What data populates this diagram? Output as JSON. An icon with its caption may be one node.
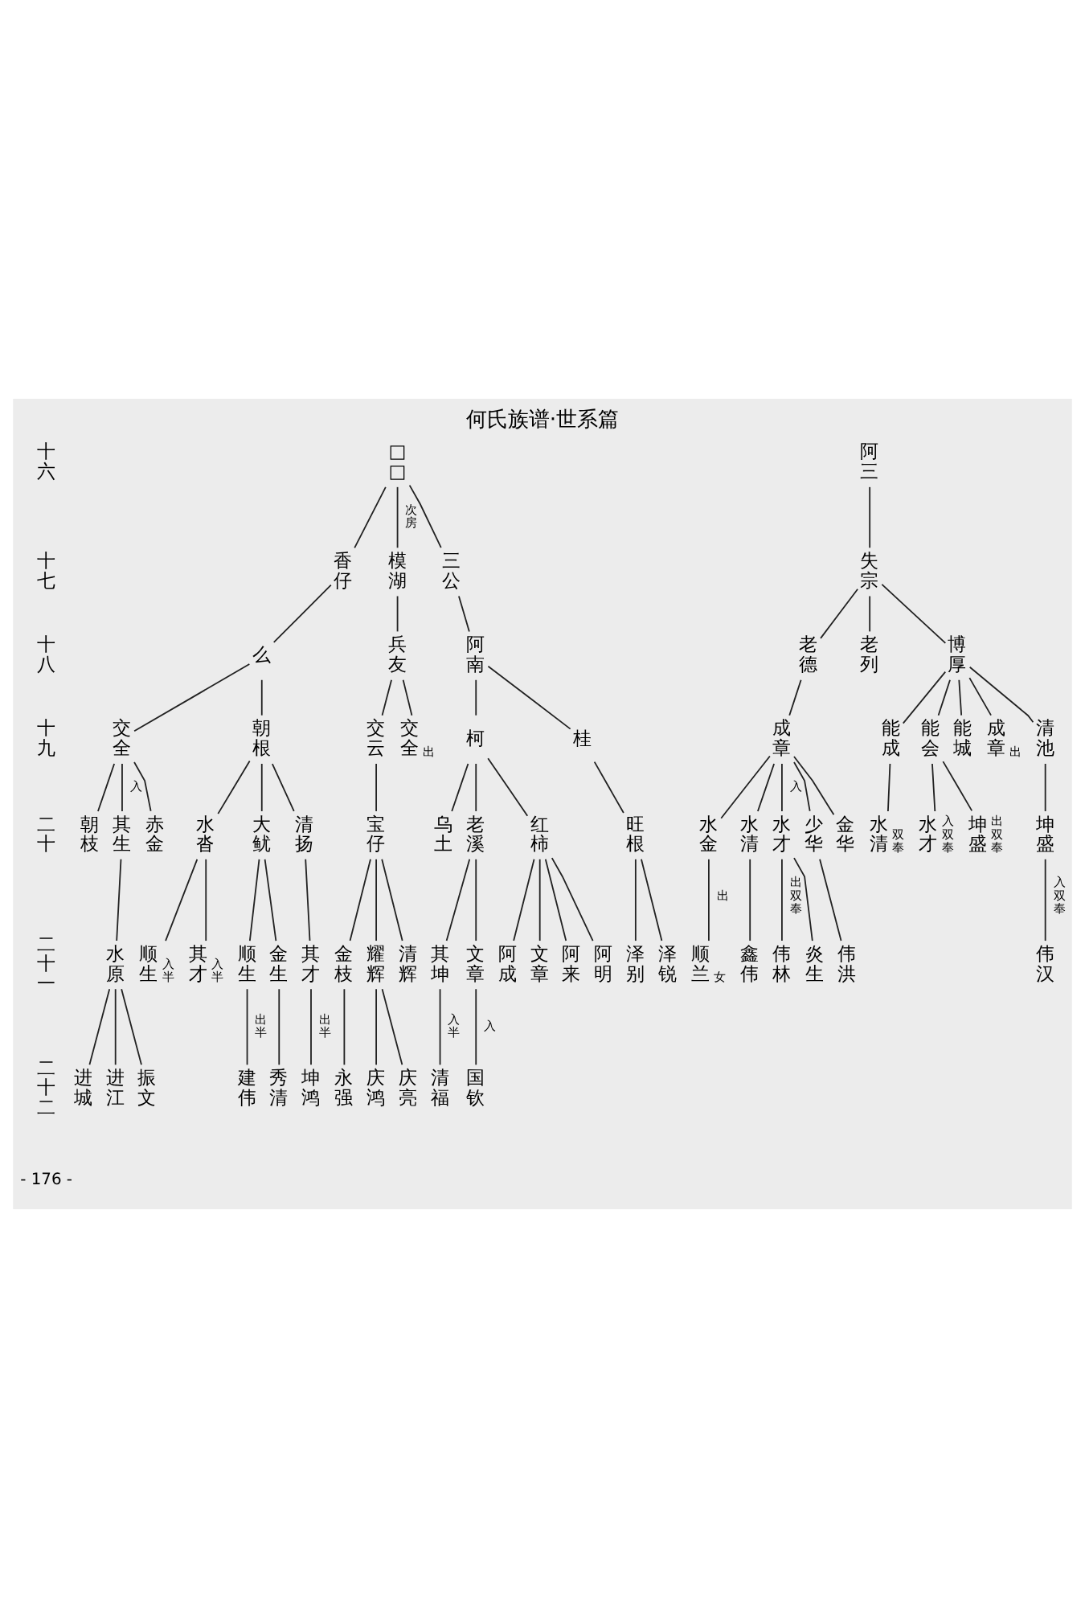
{
  "diagram": {
    "title": "何氏族谱·世系篇",
    "nodes": [
      {
        "text": [
          "□□"
        ]
      },
      {
        "text": [
          "阿三"
        ]
      },
      {
        "text": [
          "香仔"
        ]
      },
      {
        "text": [
          "模湖"
        ]
      },
      {
        "text": [
          "三公"
        ]
      },
      {
        "text": [
          "失宗"
        ]
      },
      {
        "text": [
          "么"
        ]
      },
      {
        "text": [
          "兵友"
        ]
      },
      {
        "text": [
          "阿南"
        ]
      },
      {
        "text": [
          "老德"
        ]
      },
      {
        "text": [
          "老列"
        ]
      },
      {
        "text": [
          "博厚"
        ]
      },
      {
        "text": [
          "交全"
        ]
      },
      {
        "text": [
          "朝根"
        ]
      },
      {
        "text": [
          "交云"
        ]
      },
      {
        "text": [
          "交全"
        ],
        "beside": [
          "出"
        ]
      },
      {
        "text": [
          "柯"
        ]
      },
      {
        "text": [
          "桂"
        ]
      },
      {
        "text": [
          "成章"
        ]
      },
      {
        "text": [
          "能成"
        ]
      },
      {
        "text": [
          "能会"
        ]
      },
      {
        "text": [
          "能城"
        ]
      },
      {
        "text": [
          "成章"
        ],
        "beside": [
          "出"
        ]
      },
      {
        "text": [
          "清池"
        ]
      },
      {
        "text": [
          "朝枝"
        ]
      },
      {
        "text": [
          "其生"
        ]
      },
      {
        "text": [
          "赤金"
        ]
      },
      {
        "text": [
          "水沓"
        ]
      },
      {
        "text": [
          "大鱿"
        ]
      },
      {
        "text": [
          "清扬"
        ]
      },
      {
        "text": [
          "宝仔"
        ]
      },
      {
        "text": [
          "乌土"
        ]
      },
      {
        "text": [
          "老溪"
        ]
      },
      {
        "text": [
          "红柿"
        ]
      },
      {
        "text": [
          "旺根"
        ]
      },
      {
        "text": [
          "水金"
        ]
      },
      {
        "text": [
          "水清"
        ]
      },
      {
        "text": [
          "水才"
        ]
      },
      {
        "text": [
          "少华"
        ]
      },
      {
        "text": [
          "金华"
        ]
      },
      {
        "text": [
          "水清"
        ],
        "beside": [
          "双奉"
        ]
      },
      {
        "text": [
          "水才"
        ],
        "beside": [
          "入双奉"
        ]
      },
      {
        "text": [
          "坤盛"
        ],
        "beside": [
          "出双奉"
        ]
      },
      {
        "text": [
          "坤盛"
        ]
      },
      {
        "text": [
          "水原"
        ]
      },
      {
        "text": [
          "顺生"
        ],
        "beside": [
          "入半"
        ]
      },
      {
        "text": [
          "其才"
        ],
        "beside": [
          "入半"
        ]
      },
      {
        "text": [
          "顺生"
        ]
      },
      {
        "text": [
          "金生"
        ]
      },
      {
        "text": [
          "其才"
        ]
      },
      {
        "text": [
          "金枝"
        ]
      },
      {
        "text": [
          "耀辉"
        ]
      },
      {
        "text": [
          "清辉"
        ]
      },
      {
        "text": [
          "其坤"
        ]
      },
      {
        "text": [
          "文章"
        ]
      },
      {
        "text": [
          "阿成"
        ]
      },
      {
        "text": [
          "文章"
        ]
      },
      {
        "text": [
          "阿来"
        ]
      },
      {
        "text": [
          "阿明"
        ]
      },
      {
        "text": [
          "泽别"
        ]
      },
      {
        "text": [
          "泽锐"
        ]
      },
      {
        "text": [
          "顺兰"
        ],
        "beside": [
          "女"
        ]
      },
      {
        "text": [
          "鑫伟"
        ]
      },
      {
        "text": [
          "伟林"
        ]
      },
      {
        "text": [
          "炎生"
        ]
      },
      {
        "text": [
          "伟洪"
        ]
      },
      {
        "text": [
          "伟汉"
        ]
      },
      {
        "text": [
          "进城"
        ]
      },
      {
        "text": [
          "进江"
        ]
      },
      {
        "text": [
          "振文"
        ]
      },
      {
        "text": [
          "建伟"
        ]
      },
      {
        "text": [
          "秀清"
        ]
      },
      {
        "text": [
          "坤鸿"
        ]
      },
      {
        "text": [
          "永强"
        ]
      },
      {
        "text": [
          "庆鸿"
        ]
      },
      {
        "text": [
          "庆亮"
        ]
      },
      {
        "text": [
          "清福"
        ]
      },
      {
        "text": [
          "国钦"
        ]
      }
    ],
    "edges": [
      {
        "from": 0,
        "to": 2,
        "arrow": "none"
      },
      {
        "from": 0,
        "to": 3,
        "arrow": "none",
        "label": "次房"
      },
      {
        "from": 0,
        "to": 4,
        "arrow": "none"
      },
      {
        "from": 1,
        "to": 5,
        "arrow": "none"
      },
      {
        "from": 2,
        "to": 6,
        "arrow": "none"
      },
      {
        "from": 3,
        "to": 7,
        "arrow": "none"
      },
      {
        "from": 4,
        "to": 8,
        "arrow": "none"
      },
      {
        "from": 5,
        "to": 9,
        "arrow": "none"
      },
      {
        "from": 5,
        "to": 10,
        "arrow": "none"
      },
      {
        "from": 5,
        "to": 11,
        "arrow": "none"
      },
      {
        "from": 6,
        "to": 12,
        "arrow": "none"
      },
      {
        "from": 6,
        "to": 13,
        "arrow": "none"
      },
      {
        "from": 7,
        "to": 14,
        "arrow": "none"
      },
      {
        "from": 7,
        "to": 15,
        "arrow": "none"
      },
      {
        "from": 8,
        "to": 16,
        "arrow": "none"
      },
      {
        "from": 8,
        "to": 17,
        "arrow": "none"
      },
      {
        "from": 9,
        "to": 18,
        "arrow": "none"
      },
      {
        "from": 11,
        "to": 19,
        "arrow": "none"
      },
      {
        "from": 11,
        "to": 20,
        "arrow": "none"
      },
      {
        "from": 11,
        "to": 21,
        "arrow": "none"
      },
      {
        "from": 11,
        "to": 22,
        "arrow": "none"
      },
      {
        "from": 11,
        "to": 23,
        "arrow": "none"
      },
      {
        "from": 12,
        "to": 24,
        "arrow": "none"
      },
      {
        "from": 12,
        "to": 25,
        "arrow": "none",
        "label": "入"
      },
      {
        "from": 12,
        "to": 26,
        "arrow": "none"
      },
      {
        "from": 13,
        "to": 27,
        "arrow": "none"
      },
      {
        "from": 13,
        "to": 28,
        "arrow": "none"
      },
      {
        "from": 13,
        "to": 29,
        "arrow": "none"
      },
      {
        "from": 14,
        "to": 30,
        "arrow": "none"
      },
      {
        "from": 16,
        "to": 31,
        "arrow": "none"
      },
      {
        "from": 16,
        "to": 32,
        "arrow": "none"
      },
      {
        "from": 16,
        "to": 33,
        "arrow": "none"
      },
      {
        "from": 17,
        "to": 34,
        "arrow": "none"
      },
      {
        "from": 18,
        "to": 35,
        "arrow": "none"
      },
      {
        "from": 18,
        "to": 36,
        "arrow": "none"
      },
      {
        "from": 18,
        "to": 37,
        "arrow": "none",
        "label": "入"
      },
      {
        "from": 18,
        "to": 38,
        "arrow": "none"
      },
      {
        "from": 18,
        "to": 39,
        "arrow": "none"
      },
      {
        "from": 19,
        "to": 40,
        "arrow": "none"
      },
      {
        "from": 20,
        "to": 41,
        "arrow": "none"
      },
      {
        "from": 20,
        "to": 42,
        "arrow": "none"
      },
      {
        "from": 23,
        "to": 43,
        "arrow": "none"
      },
      {
        "from": 25,
        "to": 44,
        "arrow": "none"
      },
      {
        "from": 27,
        "to": 45,
        "arrow": "none"
      },
      {
        "from": 27,
        "to": 46,
        "arrow": "none"
      },
      {
        "from": 28,
        "to": 47,
        "arrow": "none"
      },
      {
        "from": 28,
        "to": 48,
        "arrow": "none"
      },
      {
        "from": 29,
        "to": 49,
        "arrow": "none"
      },
      {
        "from": 30,
        "to": 50,
        "arrow": "none"
      },
      {
        "from": 30,
        "to": 51,
        "arrow": "none"
      },
      {
        "from": 30,
        "to": 52,
        "arrow": "none"
      },
      {
        "from": 32,
        "to": 53,
        "arrow": "none"
      },
      {
        "from": 32,
        "to": 54,
        "arrow": "none"
      },
      {
        "from": 33,
        "to": 55,
        "arrow": "none"
      },
      {
        "from": 33,
        "to": 56,
        "arrow": "none"
      },
      {
        "from": 33,
        "to": 57,
        "arrow": "none"
      },
      {
        "from": 33,
        "to": 58,
        "arrow": "none"
      },
      {
        "from": 34,
        "to": 59,
        "arrow": "none"
      },
      {
        "from": 34,
        "to": 60,
        "arrow": "none"
      },
      {
        "from": 35,
        "to": 61,
        "arrow": "none",
        "label": "出"
      },
      {
        "from": 36,
        "to": 62,
        "arrow": "none"
      },
      {
        "from": 37,
        "to": 63,
        "arrow": "none",
        "label": "出双奉"
      },
      {
        "from": 37,
        "to": 64,
        "arrow": "none"
      },
      {
        "from": 38,
        "to": 65,
        "arrow": "none"
      },
      {
        "from": 43,
        "to": 66,
        "arrow": "none",
        "label": "入双奉"
      },
      {
        "from": 44,
        "to": 67,
        "arrow": "none"
      },
      {
        "from": 44,
        "to": 68,
        "arrow": "none"
      },
      {
        "from": 44,
        "to": 69,
        "arrow": "none"
      },
      {
        "from": 47,
        "to": 70,
        "arrow": "none",
        "label": "出半"
      },
      {
        "from": 48,
        "to": 71,
        "arrow": "none"
      },
      {
        "from": 49,
        "to": 72,
        "arrow": "none",
        "label": "出半"
      },
      {
        "from": 50,
        "to": 73,
        "arrow": "none"
      },
      {
        "from": 51,
        "to": 74,
        "arrow": "none"
      },
      {
        "from": 51,
        "to": 75,
        "arrow": "none"
      },
      {
        "from": 53,
        "to": 76,
        "arrow": "none",
        "label": "入半"
      },
      {
        "from": 54,
        "to": 77,
        "arrow": "none",
        "label": "入"
      }
    ],
    "labels": [
      "十六",
      "十七",
      "十八",
      "十九",
      "二十",
      "二十一",
      "二十二",
      "- 176 -"
    ]
  }
}
